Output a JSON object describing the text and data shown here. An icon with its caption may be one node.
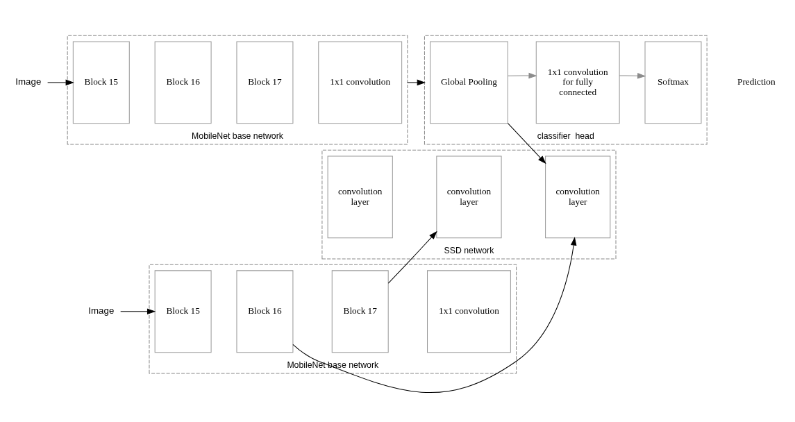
{
  "diagram": {
    "nodes": [
      {
        "text": [
          "Image"
        ]
      },
      {
        "text": [
          "MobileNet base network"
        ]
      },
      {
        "text": [
          "Block 15"
        ],
        "in": 1
      },
      {
        "text": [
          "Block 16"
        ],
        "in": 1
      },
      {
        "text": [
          "Block 17"
        ],
        "in": 1
      },
      {
        "text": [
          "1x1 convolution"
        ],
        "in": 1
      },
      {
        "text": [
          "classifier  head"
        ]
      },
      {
        "text": [
          "Global Pooling"
        ],
        "in": 6
      },
      {
        "text": [
          "1x1 convolution for fully connected"
        ],
        "in": 6
      },
      {
        "text": [
          "Softmax"
        ],
        "in": 6
      },
      {
        "text": [
          "Image"
        ]
      },
      {
        "text": [
          "MobileNet base network"
        ]
      },
      {
        "text": [
          "Block 15"
        ],
        "in": 11
      },
      {
        "text": [
          "Block 16"
        ],
        "in": 11
      },
      {
        "text": [
          "Block 17"
        ],
        "in": 11
      },
      {
        "text": [
          "1x1 convolution"
        ],
        "in": 11
      },
      {
        "text": [
          "SSD network"
        ]
      },
      {
        "text": [
          "convolution layer"
        ],
        "in": 16
      },
      {
        "text": [
          "convolution layer"
        ],
        "in": 16
      },
      {
        "text": [
          "convolution layer"
        ],
        "in": 16
      }
    ],
    "edges": [
      {
        "from": 0,
        "to": 2,
        "arrow": "to"
      },
      {
        "from": 1,
        "to": 6,
        "arrow": "to"
      },
      {
        "from": 7,
        "to": 8,
        "arrow": "to",
        "color": "#8c8c8c"
      },
      {
        "from": 8,
        "to": 9,
        "arrow": "to",
        "color": "#8c8c8c"
      },
      {
        "from": 7,
        "to": 19,
        "arrow": "to"
      },
      {
        "from": 10,
        "to": 12,
        "arrow": "to"
      },
      {
        "from": 13,
        "to": 19,
        "arrow": "to"
      },
      {
        "from": 14,
        "to": 18,
        "arrow": "to"
      }
    ],
    "labels": [
      "Prediction"
    ]
  }
}
